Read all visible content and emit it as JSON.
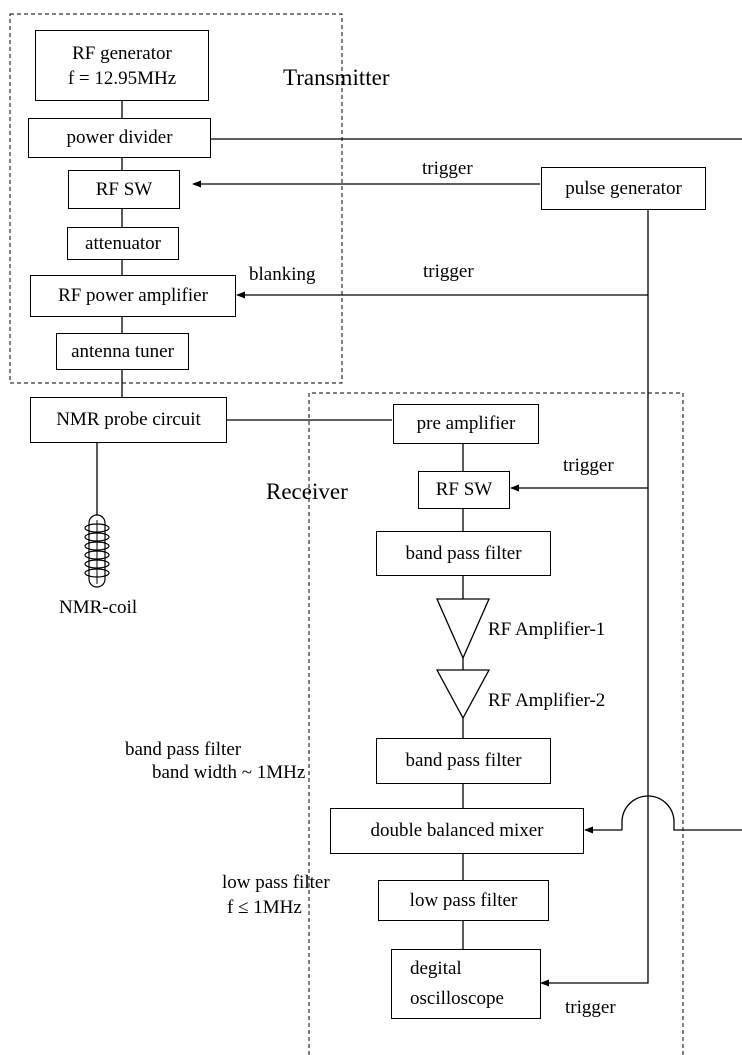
{
  "sections": {
    "transmitter": "Transmitter",
    "receiver": "Receiver"
  },
  "blocks": {
    "rf_generator": "RF generator\n   f = 12.95MHz",
    "power_divider": "power divider",
    "rf_sw_tx": "RF SW",
    "attenuator": "attenuator",
    "rf_power_amplifier": "RF power amplifier",
    "antenna_tuner": "antenna tuner",
    "pulse_generator": "pulse generator",
    "nmr_probe_circuit": "NMR probe circuit",
    "pre_amplifier": "pre amplifier",
    "rf_sw_rx": "RF SW",
    "band_pass_filter_1": "band pass filter",
    "band_pass_filter_2": "band pass filter",
    "double_balanced_mixer": "double balanced mixer",
    "low_pass_filter": "low pass filter",
    "digital_oscilloscope": "degital\noscilloscope"
  },
  "amplifiers": {
    "amp1": "RF Amplifier-1",
    "amp2": "RF Amplifier-2"
  },
  "labels": {
    "trigger_1": "trigger",
    "trigger_2": "trigger",
    "trigger_3": "trigger",
    "trigger_4": "trigger",
    "blanking": "blanking",
    "nmr_coil": "NMR-coil",
    "bpf_note_title": "band pass filter",
    "bpf_note_value": "band width ~ 1MHz",
    "lpf_note_title": "low pass filter",
    "lpf_note_value": "f ≤ 1MHz"
  }
}
